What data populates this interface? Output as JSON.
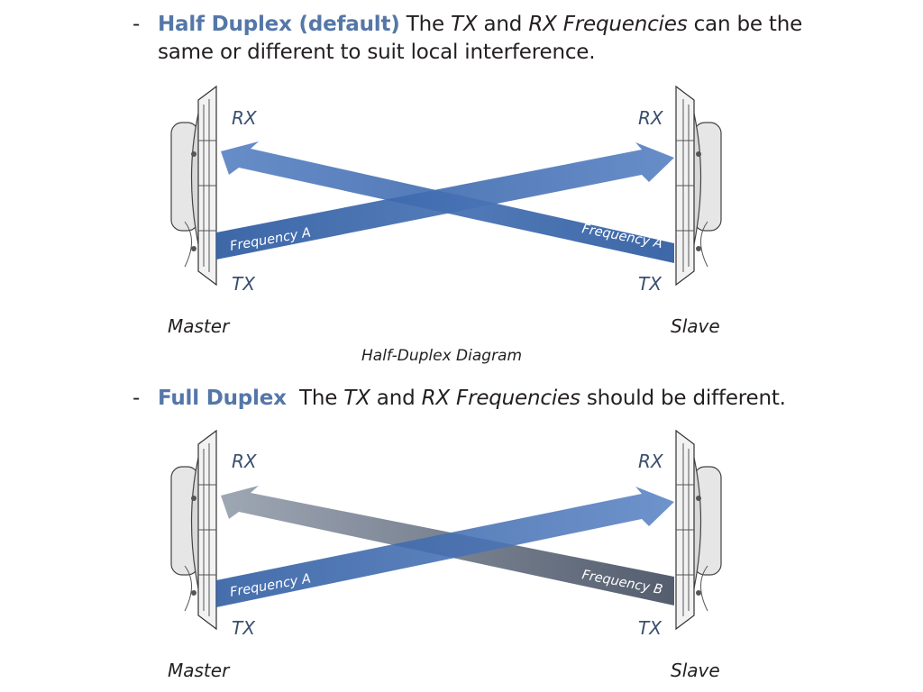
{
  "half_duplex": {
    "bullet": "-",
    "title": "Half Duplex (default)",
    "text_1": "The ",
    "tx": "TX",
    "text_2": " and ",
    "rx_freq": "RX Frequencies",
    "text_3": " can be the same or different to suit local interference.",
    "diagram": {
      "left_rx": "RX",
      "left_tx": "TX",
      "right_rx": "RX",
      "right_tx": "TX",
      "master": "Master",
      "slave": "Slave",
      "freq_left": "Frequency A",
      "freq_right": "Frequency A",
      "caption": "Half-Duplex Diagram"
    }
  },
  "full_duplex": {
    "bullet": "-",
    "title": "Full Duplex",
    "text_1": "  The ",
    "tx": "TX",
    "text_2": " and ",
    "rx_freq": "RX Frequencies",
    "text_3": " should be different.",
    "diagram": {
      "left_rx": "RX",
      "left_tx": "TX",
      "right_rx": "RX",
      "right_tx": "TX",
      "master": "Master",
      "slave": "Slave",
      "freq_left": "Frequency A",
      "freq_right": "Frequency B"
    }
  },
  "colors": {
    "heading_blue": "#5577a8",
    "beam_blue": "#2f5fa8",
    "beam_gray": "#4f5a6a"
  }
}
